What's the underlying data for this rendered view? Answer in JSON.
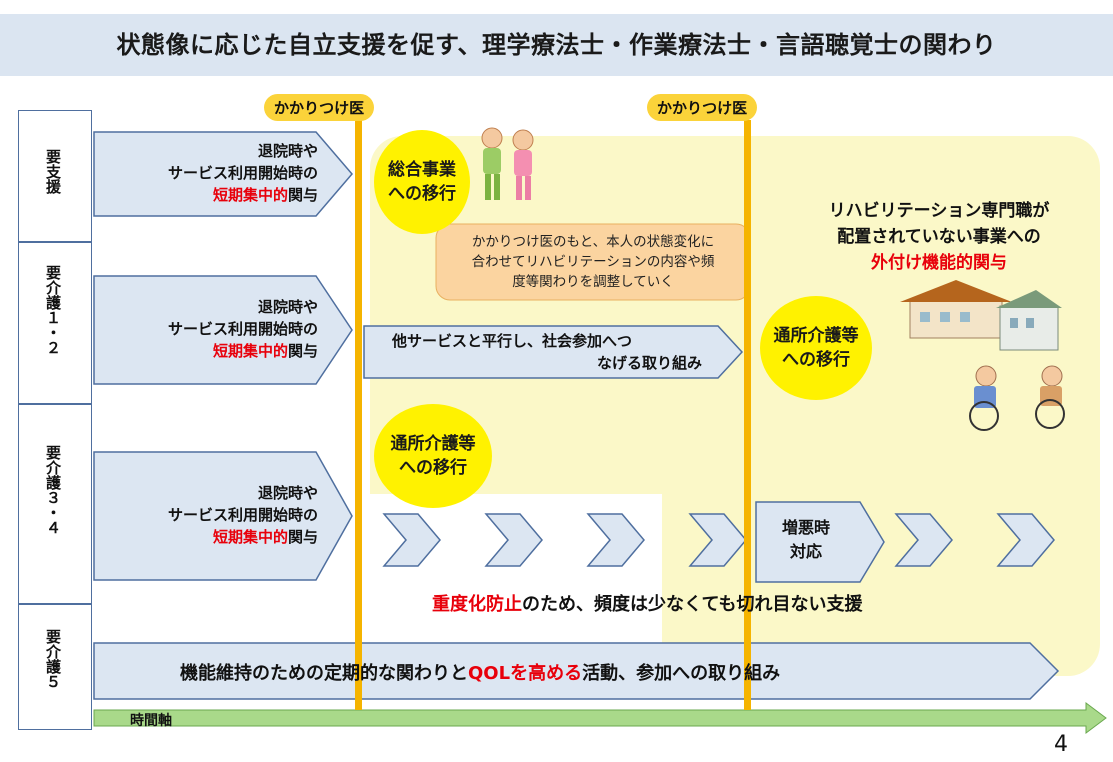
{
  "title": "状態像に応じた自立支援を促す、理学療法士・作業療法士・言語聴覚士の関わり",
  "stages": [
    {
      "label": "要支援"
    },
    {
      "label": "要介護１・２"
    },
    {
      "label": "要介護３・４"
    },
    {
      "label": "要介護５"
    }
  ],
  "doctor_labels": [
    "かかりつけ医",
    "かかりつけ医"
  ],
  "rows": [
    {
      "line1": "退院時や",
      "line2": "サービス利用開始時の",
      "red": "短期集中的",
      "suffix": "関与"
    },
    {
      "line1": "退院時や",
      "line2": "サービス利用開始時の",
      "red": "短期集中的",
      "suffix": "関与"
    },
    {
      "line1": "退院時や",
      "line2": "サービス利用開始時の",
      "red": "短期集中的",
      "suffix": "関与"
    }
  ],
  "bubbles": {
    "general": [
      "総合事業",
      "への移行"
    ],
    "day_service_1": [
      "通所介護等",
      "への移行"
    ],
    "day_service_2": [
      "通所介護等",
      "への移行"
    ]
  },
  "note": [
    "かかりつけ医のもと、本人の状態変化に",
    "合わせてリハビリテーションの内容や頻",
    "度等関わりを調整していく"
  ],
  "parallel": [
    "他サービスと平行し、社会参加へつ",
    "なげる取り組み"
  ],
  "rehab": {
    "line1": "リハビリテーション専門職が",
    "line2": "配置されていない事業への",
    "red": "外付け機能的関与"
  },
  "worsening": [
    "増悪時",
    "対応"
  ],
  "prevention": {
    "red": "重度化防止",
    "rest": "のため、頻度は少なくても切れ目ない支援"
  },
  "bottom": {
    "pre": "機能維持のための定期的な関わりと",
    "red": "QOLを高める",
    "post": "活動、参加への取り組み"
  },
  "timeline": "時間軸",
  "page_number": "4",
  "colors": {
    "accent_red": "#e8000b",
    "blue_arrow": "#dce6f2",
    "doctor_yellow": "#f5b400",
    "bubble_yellow": "#fff200",
    "note_orange": "#fbd4a0"
  }
}
